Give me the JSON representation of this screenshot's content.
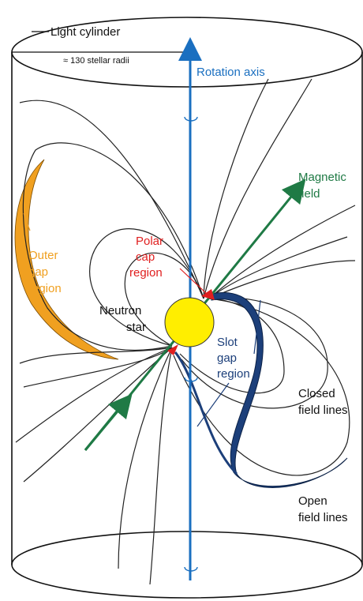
{
  "labels": {
    "light_cylinder": "Light cylinder",
    "radius_note": "≈ 130 stellar radii",
    "rotation_axis": "Rotation axis",
    "magnetic_field_1": "Magnetic",
    "magnetic_field_2": "field",
    "outer_gap_1": "Outer",
    "outer_gap_2": "gap",
    "outer_gap_3": "region",
    "polar_cap_1": "Polar",
    "polar_cap_2": "cap",
    "polar_cap_3": "region",
    "neutron_star_1": "Neutron",
    "neutron_star_2": "star",
    "slot_gap_1": "Slot",
    "slot_gap_2": "gap",
    "slot_gap_3": "region",
    "closed_field_1": "Closed",
    "closed_field_2": "field lines",
    "open_field_1": "Open",
    "open_field_2": "field lines"
  },
  "colors": {
    "rotation_axis": "#1a6fc0",
    "magnetic_field": "#1f7a45",
    "outer_gap": "#f0a020",
    "polar_cap": "#e01f1f",
    "slot_gap": "#1c3f7a",
    "star_fill": "#ffee00",
    "field_line": "#222222"
  }
}
